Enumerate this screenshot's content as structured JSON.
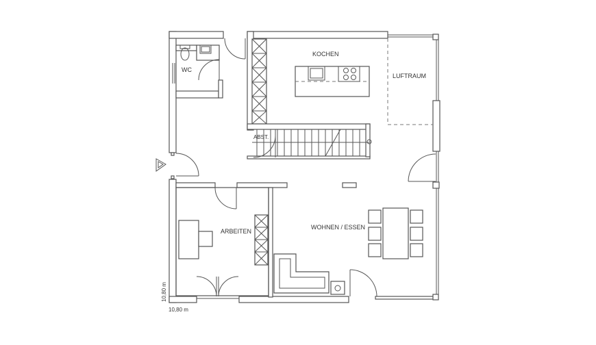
{
  "rooms": {
    "kochen": "KOCHEN",
    "luftraum": "LUFTRAUM",
    "wc": "WC",
    "abst": "ABST.",
    "arbeiten": "ARBEITEN",
    "wohnen_essen": "WOHNEN / ESSEN"
  },
  "dimensions": {
    "height": "10,80 m",
    "width": "10,80 m"
  },
  "colors": {
    "line": "#555555",
    "background": "#ffffff"
  }
}
